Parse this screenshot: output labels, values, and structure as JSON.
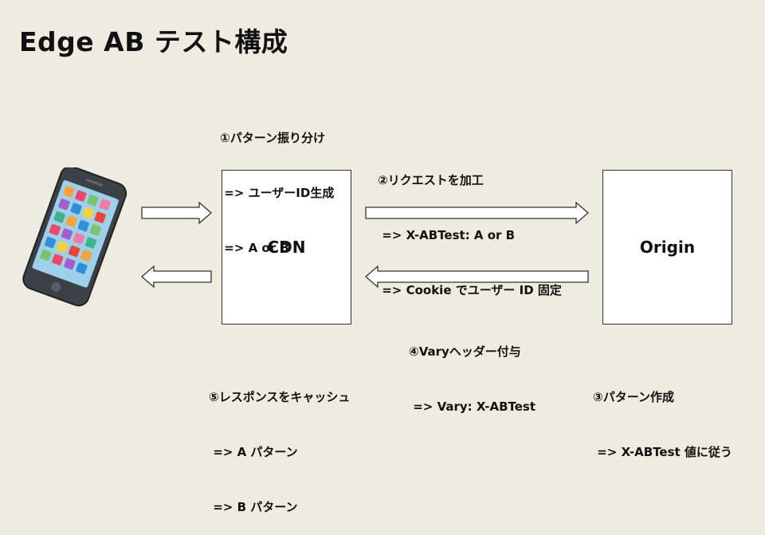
{
  "title": "Edge AB テスト構成",
  "nodes": {
    "cdn": "CDN",
    "origin": "Origin"
  },
  "notes": {
    "step1": [
      "①パターン振り分け",
      " => ユーザーID生成",
      " => A or B"
    ],
    "step2": [
      "②リクエストを加工",
      " => X-ABTest: A or B",
      " => Cookie でユーザー ID 固定"
    ],
    "step3": [
      "③パターン作成",
      " => X-ABTest 値に従う"
    ],
    "step4": [
      "④Varyヘッダー付与",
      " => Vary: X-ABTest"
    ],
    "step5": [
      "⑤レスポンスをキャッシュ",
      " => A パターン",
      " => B パターン"
    ]
  },
  "icons": {
    "device": "smartphone-icon"
  },
  "colors": {
    "background": "#eeebe0",
    "box_fill": "#ffffff",
    "border": "#333333"
  }
}
